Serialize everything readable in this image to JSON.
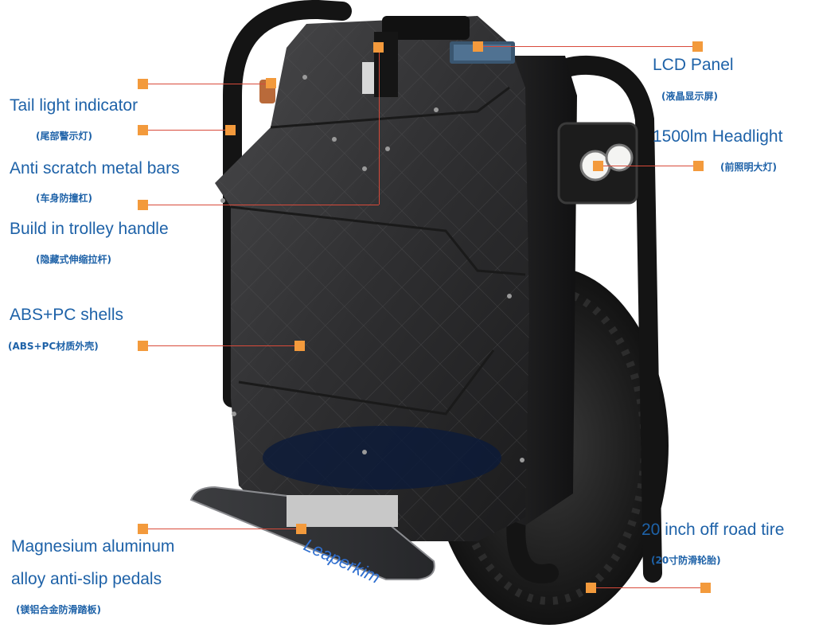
{
  "accent_color": "#f39a3c",
  "leader_color": "#d84a3a",
  "label_color": "#1e62a8",
  "product_image": {
    "description_icon": "electric-unicycle-image"
  },
  "callouts": [
    {
      "id": "tail-light",
      "label": "Tail light indicator",
      "sub": "(尾部警示灯)"
    },
    {
      "id": "metal-bars",
      "label": "Anti scratch metal bars",
      "sub": "(车身防撞杠)"
    },
    {
      "id": "trolley",
      "label": "Build in trolley handle",
      "sub": "(隐藏式伸缩拉杆)"
    },
    {
      "id": "shells",
      "label": "ABS+PC shells",
      "sub": "(ABS+PC材质外壳)"
    },
    {
      "id": "pedals",
      "label": "Magnesium aluminum",
      "label2": "alloy anti-slip pedals",
      "sub": "(镁铝合金防滑踏板)"
    },
    {
      "id": "lcd",
      "label": "LCD Panel",
      "sub": "(液晶显示屏)"
    },
    {
      "id": "headlight",
      "label": "1500lm Headlight",
      "sub": "(前照明大灯)"
    },
    {
      "id": "tire",
      "label": "20 inch off road tire",
      "sub": "(20寸防滑轮胎)"
    }
  ],
  "pedal_logo": "Leaperkim"
}
